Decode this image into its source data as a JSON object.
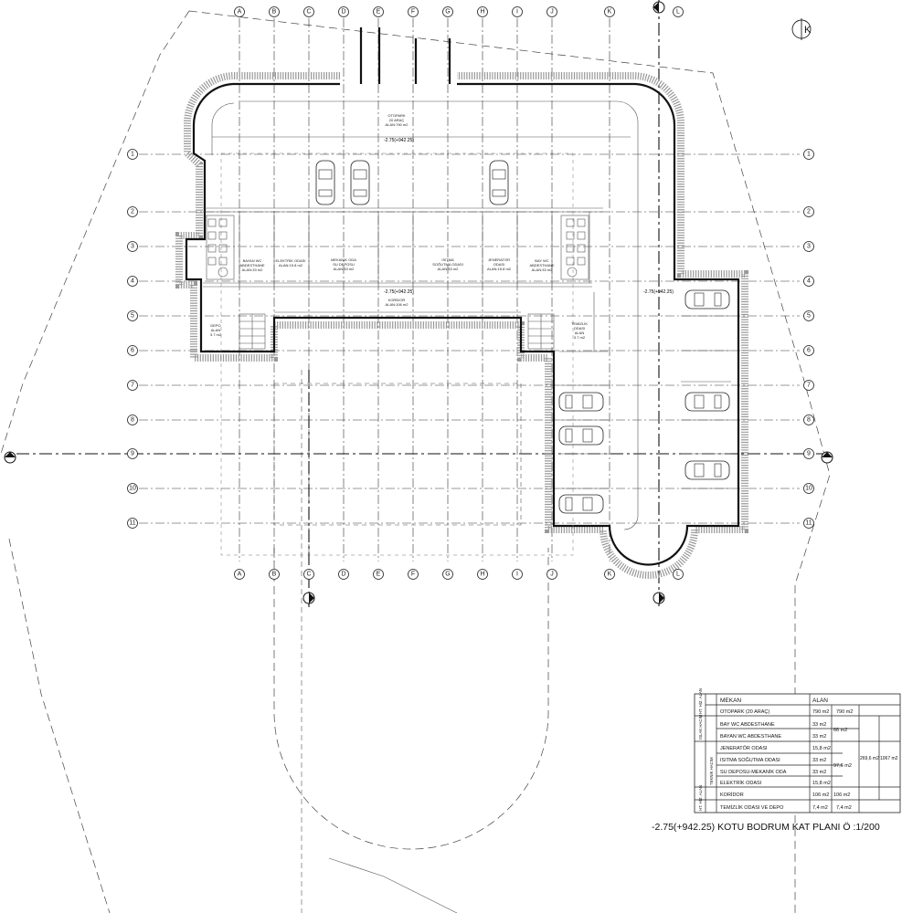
{
  "drawing": {
    "title": "-2.75(+942.25) KOTU BODRUM KAT PLANI Ö :1/200",
    "north_label": "K"
  },
  "axes": {
    "columns": [
      "A",
      "B",
      "C",
      "D",
      "E",
      "F",
      "G",
      "H",
      "I",
      "J",
      "K",
      "L"
    ],
    "rows": [
      "1",
      "2",
      "3",
      "4",
      "5",
      "6",
      "7",
      "8",
      "9",
      "10",
      "11"
    ]
  },
  "levels": {
    "parking_top": "-2.75(+942.25)",
    "corridor": "-2.75(+942.25)",
    "parking_right": "-2.75(+942.25)"
  },
  "rooms": {
    "otopark": [
      "OTOPARK",
      "20 ARAÇ",
      "ALAN:790 m2"
    ],
    "bayan_wc": [
      "BAYAN WC",
      "ABDESTHANE",
      "ALAN:33 m2"
    ],
    "elektrik": [
      "ELEKTRİK ODASI",
      "ALAN:15.8 m2"
    ],
    "mekanik": [
      "MEKANİK ODA",
      "SU DEPOSU",
      "ALAN:33 m2"
    ],
    "isitma": [
      "ISITMA",
      "SOĞUTMA ODASI",
      "ALAN:33 m2"
    ],
    "jenerator": [
      "JENERATÖR",
      "ODASI",
      "ALAN:15.8 m2"
    ],
    "bay_wc": [
      "BAY WC",
      "ABDESTHANE",
      "ALAN:33 m2"
    ],
    "koridor": [
      "KORİDOR",
      "ALAN:106 m2"
    ],
    "depo_left": [
      "DEPO",
      "ALAN",
      "3.7 m2"
    ],
    "temizlik": [
      "TEMİZLİK",
      "ODASI",
      "ALAN",
      "3.7 m2"
    ]
  },
  "area_table": {
    "header": {
      "mekan": "MEKAN",
      "alan": "ALAN"
    },
    "groups": {
      "otopark_group": "HT. HİZ. ALAN",
      "islak_hacim": "ISLAK HACIM",
      "teknik_hacim": "TEKNİK HACIM",
      "servis": "HT. HİZ. ALAN"
    },
    "rows": [
      {
        "mekan": "OTOPARK (20 ARAÇ)",
        "alan": "790 m2"
      },
      {
        "mekan": "BAY WC ABDESTHANE",
        "alan": "33 m2"
      },
      {
        "mekan": "BAYAN WC ABDESTHANE",
        "alan": "33 m2"
      },
      {
        "mekan": "JENERATÖR ODASI",
        "alan": "15,8 m2"
      },
      {
        "mekan": "ISITMA SOĞUTMA ODASI",
        "alan": "33 m2"
      },
      {
        "mekan": "SU DEPOSU-MEKANİK ODA",
        "alan": "33 m2"
      },
      {
        "mekan": "ELEKTRİK ODASI",
        "alan": "15,8 m2"
      },
      {
        "mekan": "KORİDOR",
        "alan": "106 m2"
      },
      {
        "mekan": "TEMİZLİK ODASI VE DEPO",
        "alan": "7,4 m2"
      }
    ],
    "subtotals": {
      "otopark": "790 m2",
      "islak": "66 m2",
      "teknik": "97,6 m2",
      "koridor": "106 m2",
      "temizlik": "7,4 m2",
      "ara_toplam": "269,6 m2",
      "genel_toplam": "1067 m2"
    }
  }
}
